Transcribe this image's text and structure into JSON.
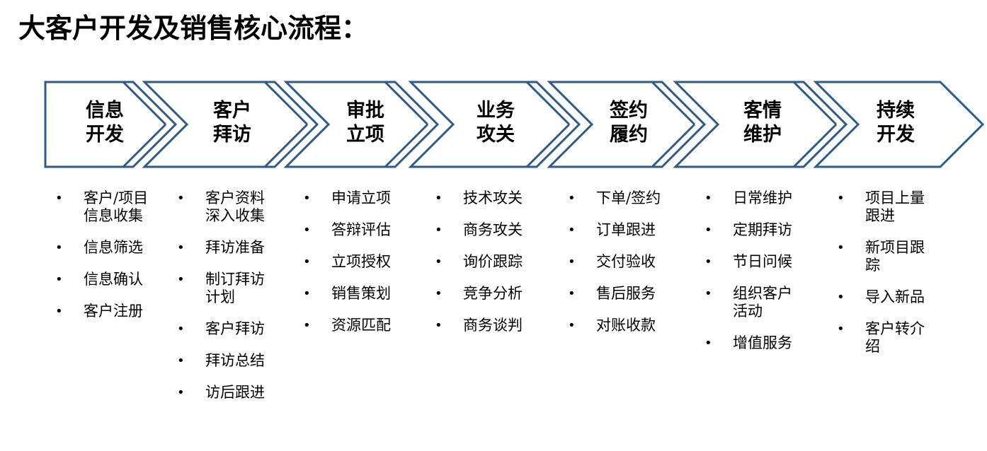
{
  "title": "大客户开发及销售核心流程：",
  "colors": {
    "chevron_stroke": "#2e5a8c",
    "chevron_fill": "#ffffff",
    "text": "#000000"
  },
  "steps": [
    {
      "line1": "信息",
      "line2": "开发",
      "items": [
        "客户/项目信息收集",
        "信息筛选",
        "信息确认",
        "客户注册"
      ]
    },
    {
      "line1": "客户",
      "line2": "拜访",
      "items": [
        "客户资料深入收集",
        "拜访准备",
        "制订拜访计划",
        "客户拜访",
        "拜访总结",
        "访后跟进"
      ]
    },
    {
      "line1": "审批",
      "line2": "立项",
      "items": [
        "申请立项",
        "答辩评估",
        "立项授权",
        "销售策划",
        "资源匹配"
      ]
    },
    {
      "line1": "业务",
      "line2": "攻关",
      "items": [
        "技术攻关",
        "商务攻关",
        "询价跟踪",
        "竞争分析",
        "商务谈判"
      ]
    },
    {
      "line1": "签约",
      "line2": "履约",
      "items": [
        "下单/签约",
        "订单跟进",
        "交付验收",
        "售后服务",
        "对账收款"
      ]
    },
    {
      "line1": "客情",
      "line2": "维护",
      "items": [
        "日常维护",
        "定期拜访",
        "节日问候",
        "组织客户活动",
        "增值服务"
      ]
    },
    {
      "line1": "持续",
      "line2": "开发",
      "items": [
        "项目上量跟进",
        "新项目跟踪",
        "导入新品",
        "客户转介绍"
      ]
    }
  ]
}
